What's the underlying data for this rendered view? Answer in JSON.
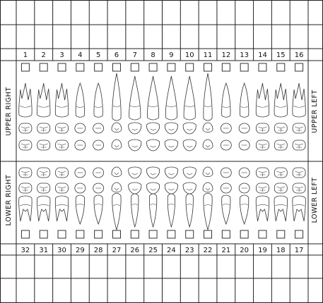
{
  "upper_numbers": [
    "1",
    "2",
    "3",
    "4",
    "5",
    "6",
    "7",
    "8",
    "9",
    "10",
    "11",
    "12",
    "13",
    "14",
    "15",
    "16"
  ],
  "lower_numbers": [
    "32",
    "31",
    "30",
    "29",
    "28",
    "27",
    "26",
    "25",
    "24",
    "23",
    "22",
    "21",
    "20",
    "19",
    "18",
    "17"
  ],
  "side_labels": {
    "upper_right": "UPPER  RIGHT",
    "upper_left": "UPPER  LEFT",
    "lower_right": "LOWER  RIGHT",
    "lower_left": "LOWER  LEFT"
  },
  "tooth_types": [
    "molar",
    "molar",
    "molar",
    "premolar",
    "premolar",
    "canine",
    "incisor",
    "incisor",
    "incisor",
    "incisor",
    "canine",
    "premolar",
    "premolar",
    "molar",
    "molar",
    "molar"
  ],
  "colors": {
    "line": "#222222",
    "tooth_outline": "#333333",
    "background": "#ffffff"
  }
}
